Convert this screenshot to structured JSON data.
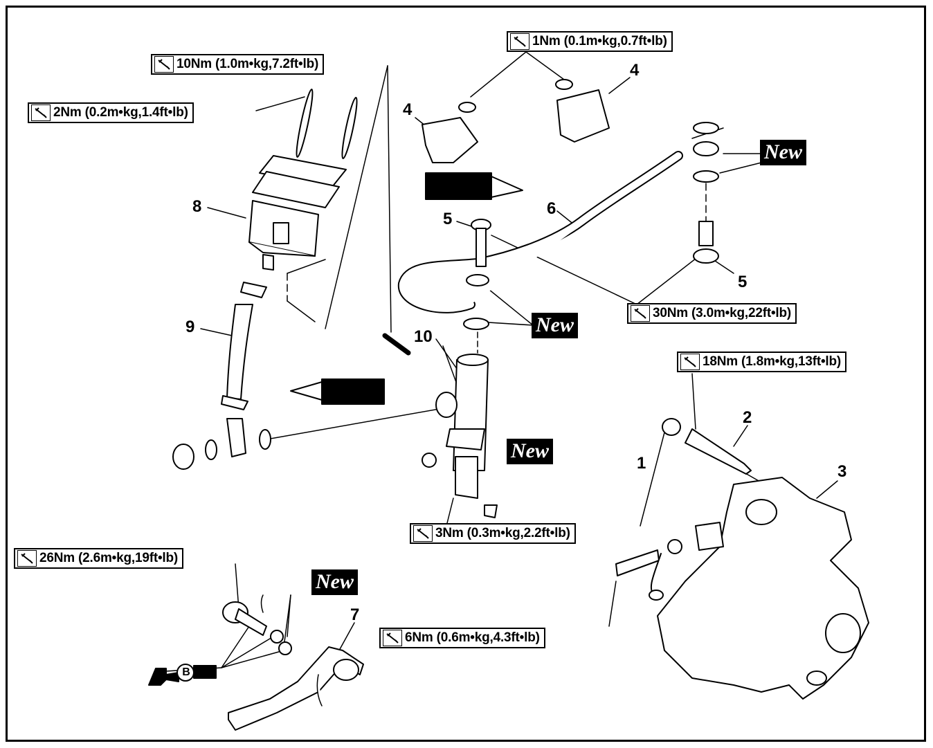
{
  "labels": {
    "torque_10nm": "10Nm (1.0m•kg,7.2ft•lb)",
    "torque_2nm": "2Nm (0.2m•kg,1.4ft•lb)",
    "torque_1nm": "1Nm (0.1m•kg,0.7ft•lb)",
    "torque_30nm": "30Nm (3.0m•kg,22ft•lb)",
    "torque_18nm": "18Nm (1.8m•kg,13ft•lb)",
    "torque_3nm": "3Nm (0.3m•kg,2.2ft•lb)",
    "torque_26nm": "26Nm (2.6m•kg,19ft•lb)",
    "torque_6nm": "6Nm (0.6m•kg,4.3ft•lb)"
  },
  "new_badge": "New",
  "part_numbers": {
    "p1": "1",
    "p2": "2",
    "p3": "3",
    "p4": "4",
    "p5": "5",
    "p6": "6",
    "p7": "7",
    "p8": "8",
    "p9": "9",
    "p10": "10"
  },
  "grease_marker": "B",
  "icon": "torque-wrench-icon"
}
